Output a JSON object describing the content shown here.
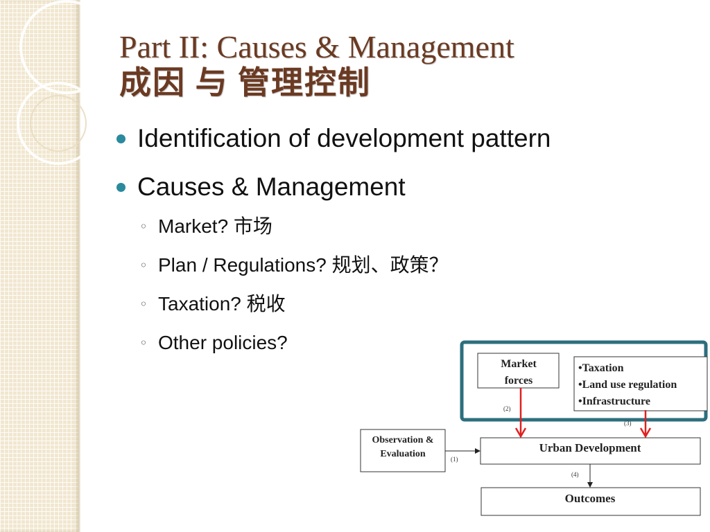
{
  "title": {
    "line1": "Part II: Causes &  Management",
    "line2": "成因 与 管理控制"
  },
  "bullets": {
    "level1": [
      "Identification of development pattern",
      "Causes & Management"
    ],
    "level2": [
      "Market? 市场",
      "Plan / Regulations? 规划、政策？",
      "Taxation? 税收",
      "Other policies?"
    ],
    "level2_marker": "◦"
  },
  "diagram": {
    "market_forces": [
      "Market",
      "forces"
    ],
    "policy_list": [
      "•Taxation",
      "•Land use regulation",
      "•Infrastructure"
    ],
    "observation": [
      "Observation &",
      "Evaluation"
    ],
    "urban_development": "Urban Development",
    "outcomes": "Outcomes",
    "link_labels": [
      "(1)",
      "(2)",
      "(3)",
      "(4)"
    ]
  },
  "colors": {
    "title": "#6b3a22",
    "bullet_dot": "#2a8a9e",
    "frame": "#2d6e7e",
    "arrow_red": "#e02020"
  }
}
